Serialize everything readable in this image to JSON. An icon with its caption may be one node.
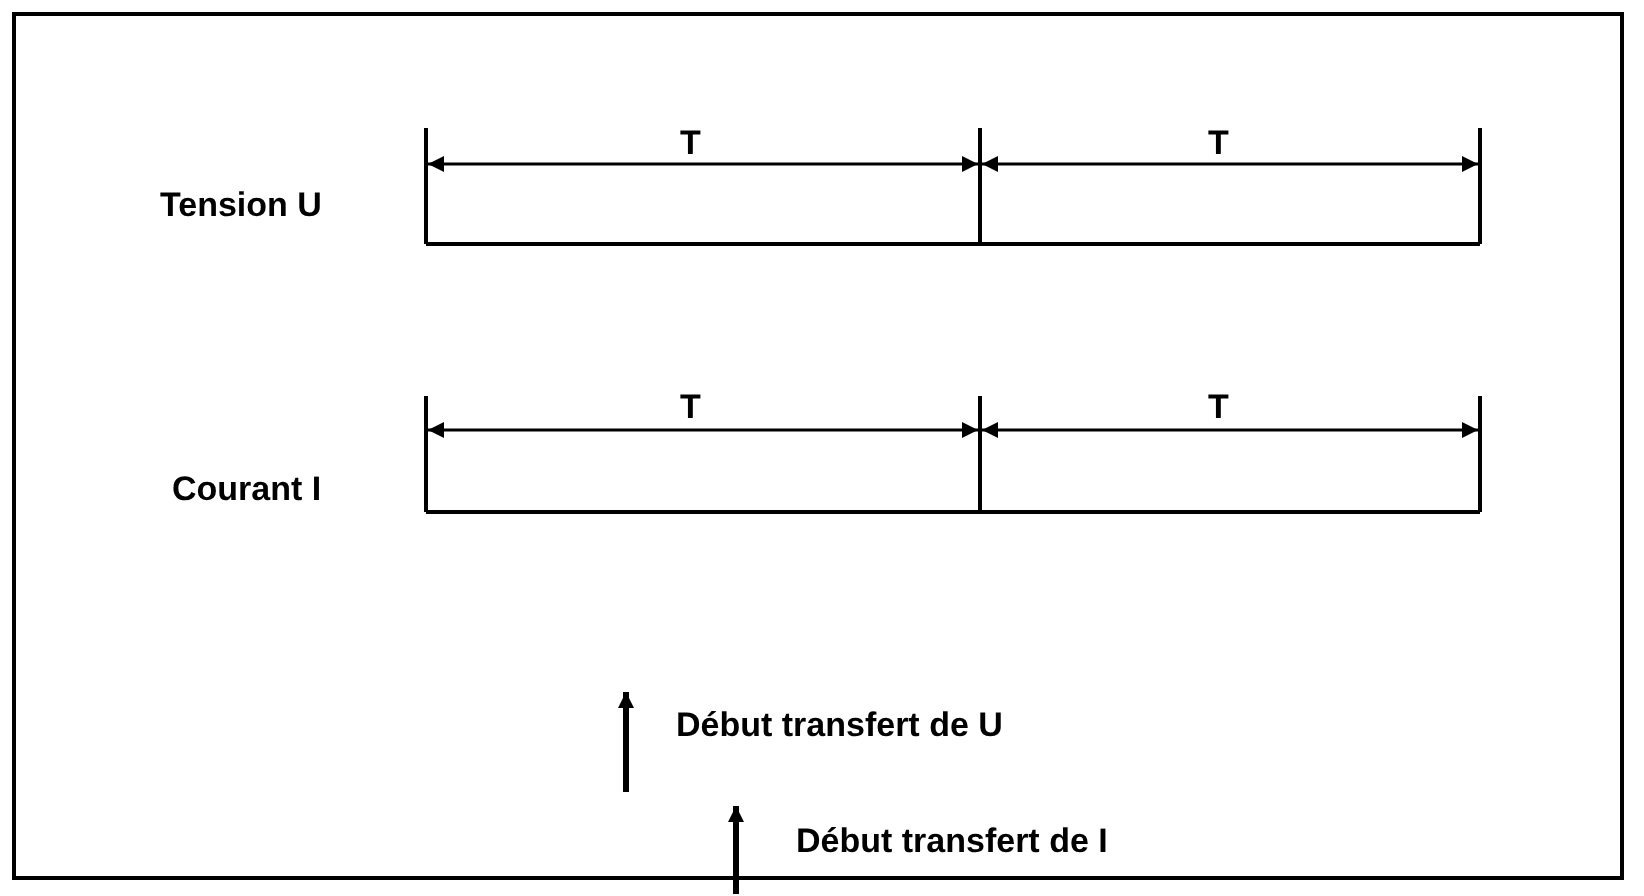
{
  "diagram": {
    "labels": [
      "Tension U",
      "T",
      "T",
      "Courant I",
      "T",
      "T",
      "Début transfert de U",
      "Début transfert de I"
    ]
  }
}
